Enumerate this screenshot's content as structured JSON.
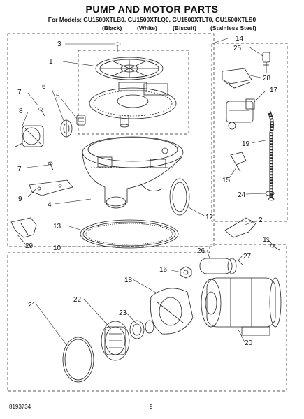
{
  "header": {
    "title": "PUMP AND MOTOR PARTS",
    "models_line": "For Models: GU1500XTLB0, GU1500XTLQ0, GU1500XTLT0, GU1500XTLS0",
    "colors": [
      "(Black)",
      "(White)",
      "(Biscuit)",
      "(Stainless Steel)"
    ]
  },
  "callouts": [
    "1",
    "2",
    "3",
    "4",
    "5",
    "6",
    "7",
    "7",
    "8",
    "9",
    "10",
    "11",
    "12",
    "13",
    "14",
    "15",
    "16",
    "17",
    "18",
    "19",
    "20",
    "21",
    "22",
    "23",
    "24",
    "25",
    "26",
    "27",
    "28",
    "29"
  ],
  "footer": {
    "part_number": "8193734",
    "page_number": "9"
  }
}
